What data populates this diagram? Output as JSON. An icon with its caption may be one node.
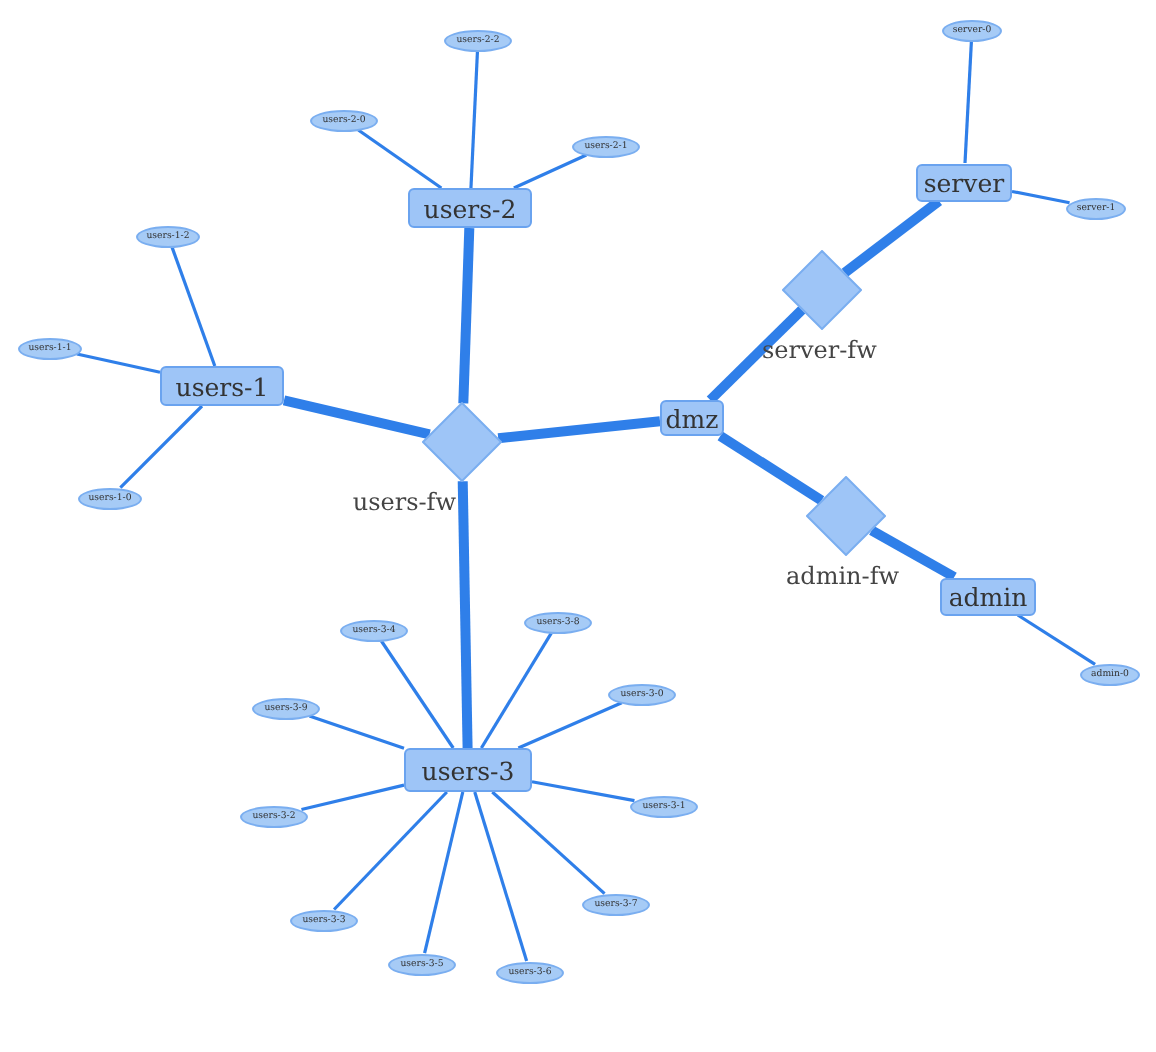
{
  "diagram": {
    "nodes": [
      {
        "text": [
          "users-2-2"
        ]
      },
      {
        "text": [
          "users-2-0"
        ]
      },
      {
        "text": [
          "users-2-1"
        ]
      },
      {
        "text": [
          "users-2"
        ]
      },
      {
        "text": [
          "server-0"
        ]
      },
      {
        "text": [
          "server"
        ]
      },
      {
        "text": [
          "server-1"
        ]
      },
      {
        "text": [
          "users-1-2"
        ]
      },
      {
        "text": [
          "server-fw"
        ]
      },
      {
        "text": [
          "users-1-1"
        ]
      },
      {
        "text": [
          "users-1"
        ]
      },
      {
        "text": [
          "dmz"
        ]
      },
      {
        "text": [
          "users-fw"
        ]
      },
      {
        "text": [
          "users-1-0"
        ]
      },
      {
        "text": [
          "admin-fw"
        ]
      },
      {
        "text": [
          "admin"
        ]
      },
      {
        "text": [
          "users-3-8"
        ]
      },
      {
        "text": [
          "users-3-4"
        ]
      },
      {
        "text": [
          "admin-0"
        ]
      },
      {
        "text": [
          "users-3-0"
        ]
      },
      {
        "text": [
          "users-3-9"
        ]
      },
      {
        "text": [
          "users-3"
        ]
      },
      {
        "text": [
          "users-3-1"
        ]
      },
      {
        "text": [
          "users-3-2"
        ]
      },
      {
        "text": [
          "users-3-7"
        ]
      },
      {
        "text": [
          "users-3-3"
        ]
      },
      {
        "text": [
          "users-3-5"
        ]
      },
      {
        "text": [
          "users-3-6"
        ]
      }
    ],
    "edges": [
      {
        "from": 12,
        "to": 10,
        "arrow": "none",
        "style": "thick"
      },
      {
        "from": 12,
        "to": 3,
        "arrow": "none",
        "style": "thick"
      },
      {
        "from": 12,
        "to": 21,
        "arrow": "none",
        "style": "thick"
      },
      {
        "from": 12,
        "to": 11,
        "arrow": "none",
        "style": "thick"
      },
      {
        "from": 11,
        "to": 8,
        "arrow": "none",
        "style": "thick"
      },
      {
        "from": 8,
        "to": 5,
        "arrow": "none",
        "style": "thick"
      },
      {
        "from": 11,
        "to": 14,
        "arrow": "none",
        "style": "thick"
      },
      {
        "from": 14,
        "to": 15,
        "arrow": "none",
        "style": "thick"
      },
      {
        "from": 3,
        "to": 0,
        "arrow": "none"
      },
      {
        "from": 3,
        "to": 1,
        "arrow": "none"
      },
      {
        "from": 3,
        "to": 2,
        "arrow": "none"
      },
      {
        "from": 5,
        "to": 4,
        "arrow": "none"
      },
      {
        "from": 5,
        "to": 6,
        "arrow": "none"
      },
      {
        "from": 10,
        "to": 7,
        "arrow": "none"
      },
      {
        "from": 10,
        "to": 9,
        "arrow": "none"
      },
      {
        "from": 10,
        "to": 13,
        "arrow": "none"
      },
      {
        "from": 15,
        "to": 18,
        "arrow": "none"
      },
      {
        "from": 21,
        "to": 16,
        "arrow": "none"
      },
      {
        "from": 21,
        "to": 17,
        "arrow": "none"
      },
      {
        "from": 21,
        "to": 19,
        "arrow": "none"
      },
      {
        "from": 21,
        "to": 20,
        "arrow": "none"
      },
      {
        "from": 21,
        "to": 22,
        "arrow": "none"
      },
      {
        "from": 21,
        "to": 23,
        "arrow": "none"
      },
      {
        "from": 21,
        "to": 24,
        "arrow": "none"
      },
      {
        "from": 21,
        "to": 25,
        "arrow": "none"
      },
      {
        "from": 21,
        "to": 26,
        "arrow": "none"
      },
      {
        "from": 21,
        "to": 27,
        "arrow": "none"
      }
    ]
  }
}
